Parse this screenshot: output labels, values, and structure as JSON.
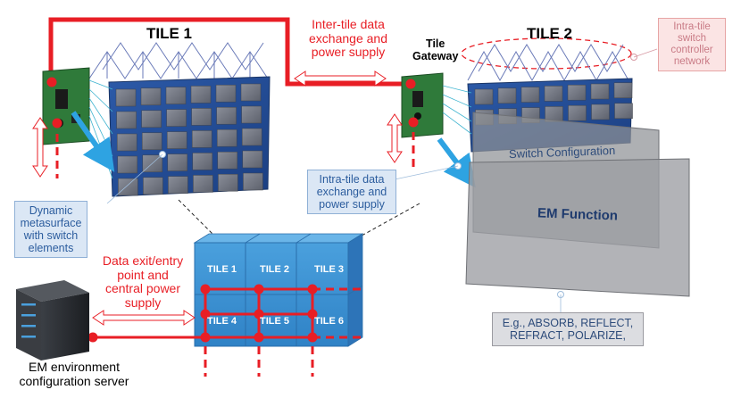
{
  "titles": {
    "tile1": "TILE 1",
    "tile2": "TILE 2",
    "gateway": "Tile\nGateway"
  },
  "labels": {
    "inter_tile": "Inter-tile data\nexchange and\npower supply",
    "intra_tile_switch": "Intra-tile\nswitch\ncontroller\nnetwork",
    "dynamic_metasurface": "Dynamic\nmetasurface\nwith switch\nelements",
    "intra_tile_data": "Intra-tile data\nexchange and\npower supply",
    "data_exit": "Data exit/entry\npoint and\ncentral power\nsupply",
    "server": "EM environment\nconfiguration server",
    "switch_config": "Switch Configuration",
    "em_function": "EM Function",
    "em_examples": "E.g., ABSORB, REFLECT,\nREFRACT, POLARIZE,"
  },
  "grid_tiles": [
    "TILE 1",
    "TILE 2",
    "TILE 3",
    "TILE 4",
    "TILE 5",
    "TILE 6"
  ],
  "colors": {
    "red": "#e81e25",
    "tile_blue": "#3d8fd0",
    "tile_navy": "#1f4f96",
    "arrow_blue": "#2ea3e2",
    "pcb_green": "#2f7a3a"
  }
}
